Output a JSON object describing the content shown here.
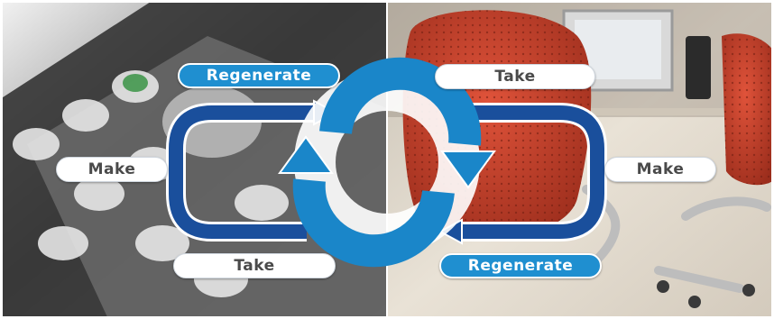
{
  "diagram": {
    "left_panel": {
      "labels": {
        "top": "Regenerate",
        "side": "Make",
        "bottom": "Take"
      }
    },
    "right_panel": {
      "labels": {
        "top": "Take",
        "side": "Make",
        "bottom": "Regenerate"
      }
    }
  },
  "colors": {
    "cycle_blue": "#1a86c9",
    "loop_navy": "#1a4f9c",
    "label_blue": "#1f8fd0",
    "label_white": "#ffffff"
  },
  "icons": {
    "center": "cycle-arrows-icon"
  }
}
